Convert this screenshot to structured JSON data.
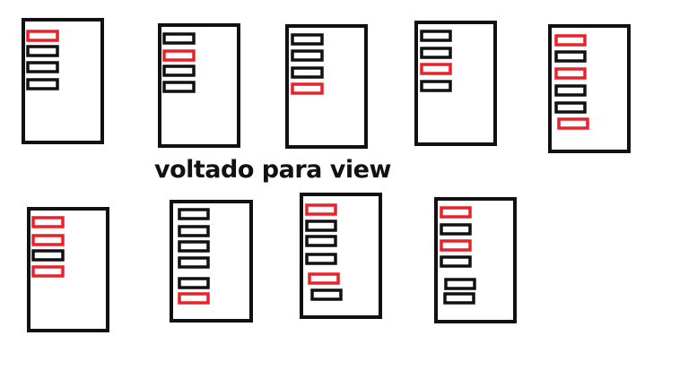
{
  "caption": "voltado para view",
  "colors": {
    "frame": "#111111",
    "item_default": "#111111",
    "item_selected": "#e8222a",
    "background": "#ffffff"
  },
  "panels": [
    {
      "id": 1,
      "items": [
        "selected",
        "default",
        "default",
        "default"
      ]
    },
    {
      "id": 2,
      "items": [
        "default",
        "selected",
        "default",
        "default"
      ]
    },
    {
      "id": 3,
      "items": [
        "default",
        "default",
        "default",
        "selected"
      ]
    },
    {
      "id": 4,
      "items": [
        "default",
        "default",
        "selected",
        "default"
      ]
    },
    {
      "id": 5,
      "items": [
        "selected",
        "default",
        "selected",
        "default",
        "default",
        "selected"
      ]
    },
    {
      "id": 6,
      "items": [
        "selected",
        "selected",
        "default",
        "selected"
      ]
    },
    {
      "id": 7,
      "items": [
        "default",
        "default",
        "default",
        "default",
        "default",
        "selected"
      ]
    },
    {
      "id": 8,
      "items": [
        "selected",
        "default",
        "default",
        "default",
        "selected",
        "default"
      ]
    },
    {
      "id": 9,
      "items": [
        "selected",
        "default",
        "selected",
        "default",
        "default",
        "default"
      ]
    }
  ]
}
